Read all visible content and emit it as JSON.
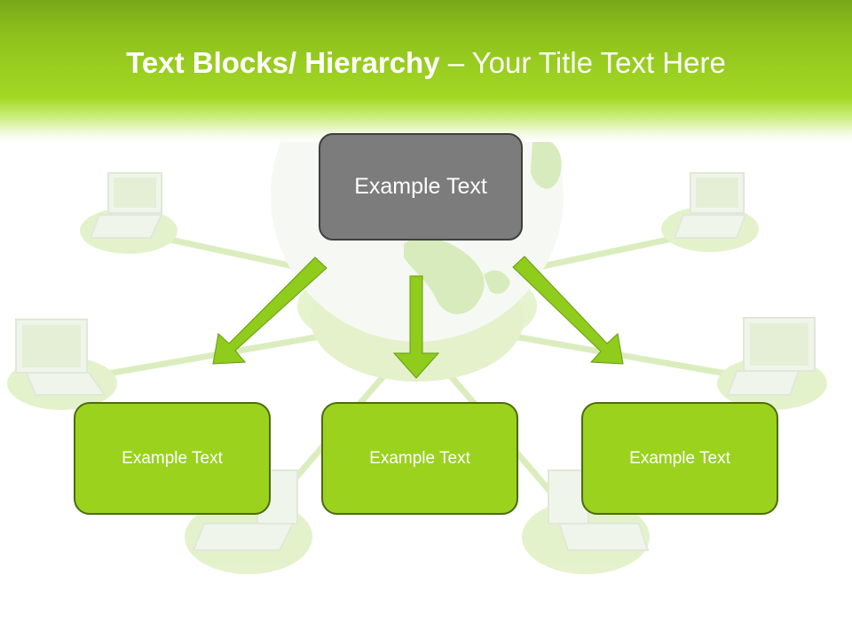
{
  "title": {
    "bold_part": "Text Blocks/ Hierarchy",
    "normal_part": " – Your Title Text Here"
  },
  "diagram": {
    "root": {
      "label": "Example Text"
    },
    "children": [
      {
        "label": "Example Text"
      },
      {
        "label": "Example Text"
      },
      {
        "label": "Example Text"
      }
    ]
  },
  "colors": {
    "header_green": "#8fc21c",
    "box_green": "#9ad21e",
    "box_green_border": "#4c6a10",
    "root_gray": "#7c7c7c",
    "root_border": "#3f3f3f",
    "arrow_green": "#8fcc1c"
  },
  "background_image": {
    "description_icon": "globe-network-laptops-illustration"
  }
}
